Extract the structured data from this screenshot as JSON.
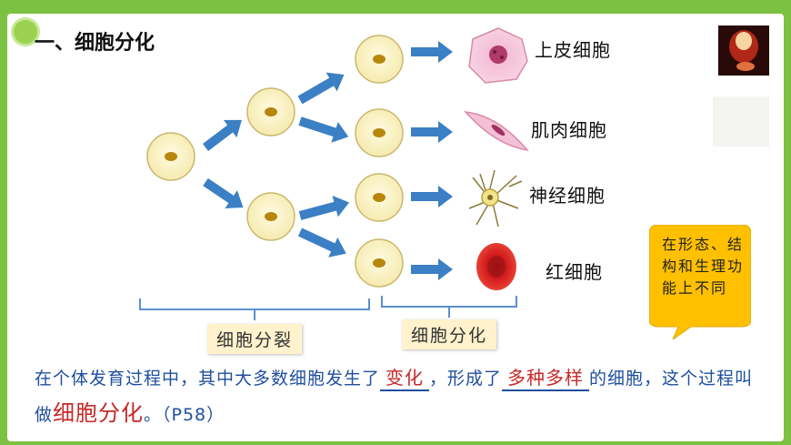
{
  "title": "一、细胞分化",
  "cells": {
    "labels": [
      "上皮细胞",
      "肌肉细胞",
      "神经细胞",
      "红细胞"
    ]
  },
  "brackets": {
    "division_label": "细胞分裂",
    "differentiation_label": "细胞分化"
  },
  "callout": {
    "text": "在形态、结构和生理功能上不同"
  },
  "sentence": {
    "part1": "在个体发育过程中，其中大多数细胞发生了",
    "blank1": "变化",
    "part2": "，形成了",
    "blank2": "多种多样",
    "part3": "的细胞，这个过程叫做",
    "term": "细胞分化",
    "part4": "。（P58）"
  },
  "colors": {
    "background": "#7cc242",
    "arrow": "#3b7fc4",
    "cell_fill": "#fdf6c8",
    "nucleus": "#b8860b",
    "answer": "#c62828",
    "text_blue": "#1f4f9e",
    "bracket": "#5b8fd1",
    "callout": "#ffc000"
  }
}
